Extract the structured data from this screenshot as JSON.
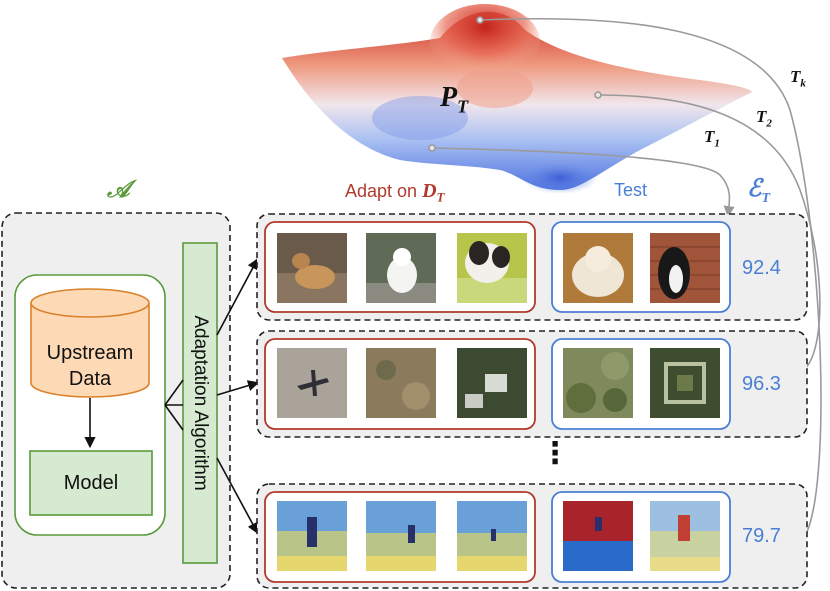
{
  "surface": {
    "label_main": "P",
    "label_sub": "T"
  },
  "tasks": [
    {
      "main": "T",
      "sub": "1"
    },
    {
      "main": "T",
      "sub": "2"
    },
    {
      "main": "T",
      "sub": "k"
    }
  ],
  "algorithm": {
    "symbol": "𝒜",
    "upstream_label": "Upstream\nData",
    "model_label": "Model",
    "adaptation_label": "Adaptation Algorithm"
  },
  "headers": {
    "adapt_text": "Adapt on ",
    "adapt_main": "D",
    "adapt_sub": "T",
    "test": "Test",
    "eval_main": "ℰ",
    "eval_sub": "T"
  },
  "scores": [
    "92.4",
    "96.3",
    "79.7"
  ],
  "ellipsis": "⋮",
  "colors": {
    "green": "#5a9a3c",
    "green_fill": "#d5ead0",
    "orange_fill": "#fdd9b5",
    "orange_stroke": "#d9822b",
    "red": "#b03a2e",
    "blue": "#4a7fd4",
    "panel_grey": "#efefef"
  }
}
